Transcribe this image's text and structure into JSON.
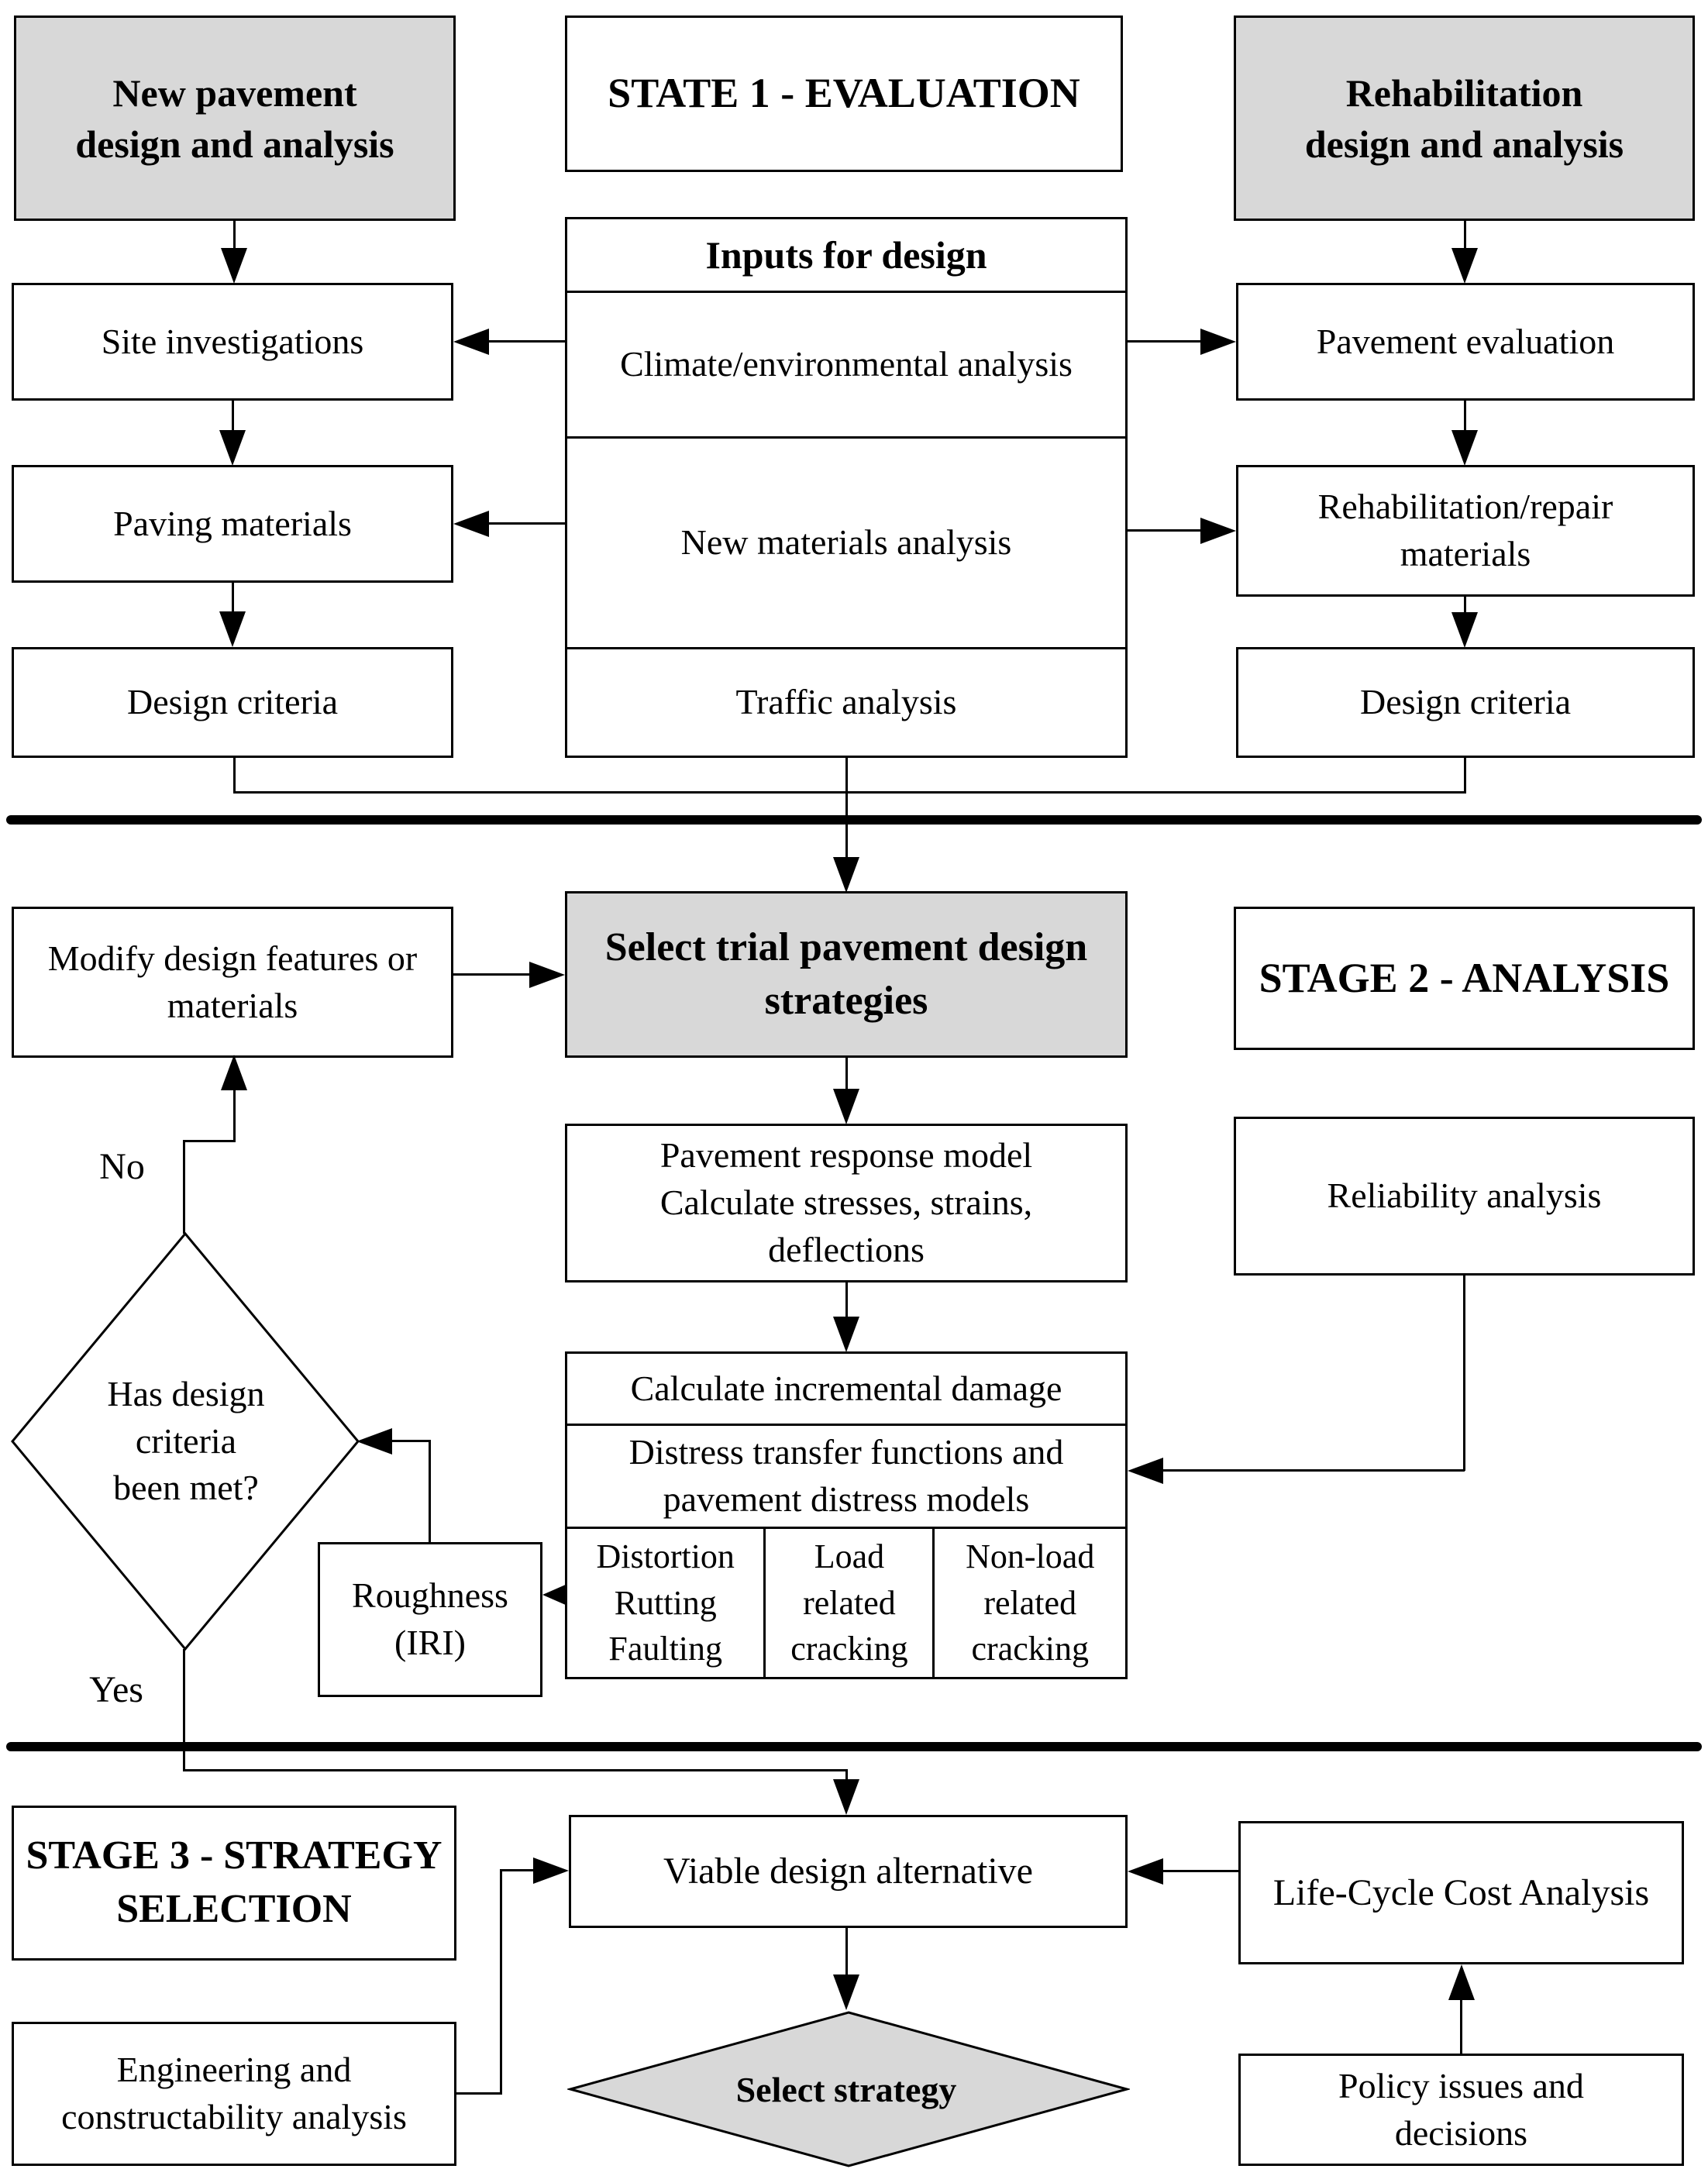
{
  "colors": {
    "box_fill_gray": "#d8d8d8",
    "box_fill_white": "#ffffff",
    "line": "#000000",
    "background": "#ffffff"
  },
  "stage1": {
    "new_pavement_label": "New pavement\ndesign and analysis",
    "title": "STATE 1 - EVALUATION",
    "rehabilitation_label": "Rehabilitation\ndesign and analysis",
    "inputs_header": "Inputs for design",
    "climate": "Climate/environmental analysis",
    "new_materials": "New materials analysis",
    "traffic": "Traffic analysis",
    "site_investigations": "Site investigations",
    "paving_materials": "Paving materials",
    "design_criteria_left": "Design criteria",
    "pavement_evaluation": "Pavement evaluation",
    "rehabilitation_materials": "Rehabilitation/repair\nmaterials",
    "design_criteria_right": "Design criteria"
  },
  "stage2": {
    "title": "STAGE 2 - ANALYSIS",
    "modify": "Modify design features or\nmaterials",
    "select_trial": "Select trial pavement design\nstrategies",
    "response_model": "Pavement response model\nCalculate stresses, strains,\ndeflections",
    "reliability": "Reliability analysis",
    "calculate_damage": "Calculate incremental damage",
    "distress_functions": "Distress transfer functions and\npavement distress models",
    "distress_cells": [
      "Distortion\nRutting\nFaulting",
      "Load\nrelated\ncracking",
      "Non-load\nrelated\ncracking"
    ],
    "decision": "Has design\ncriteria\nbeen met?",
    "decision_no": "No",
    "decision_yes": "Yes",
    "roughness": "Roughness\n(IRI)"
  },
  "stage3": {
    "title": "STAGE 3 - STRATEGY\nSELECTION",
    "viable": "Viable design alternative",
    "life_cycle": "Life-Cycle Cost Analysis",
    "engineering": "Engineering and\nconstructability analysis",
    "policy": "Policy issues and\ndecisions",
    "select_strategy": "Select strategy"
  }
}
